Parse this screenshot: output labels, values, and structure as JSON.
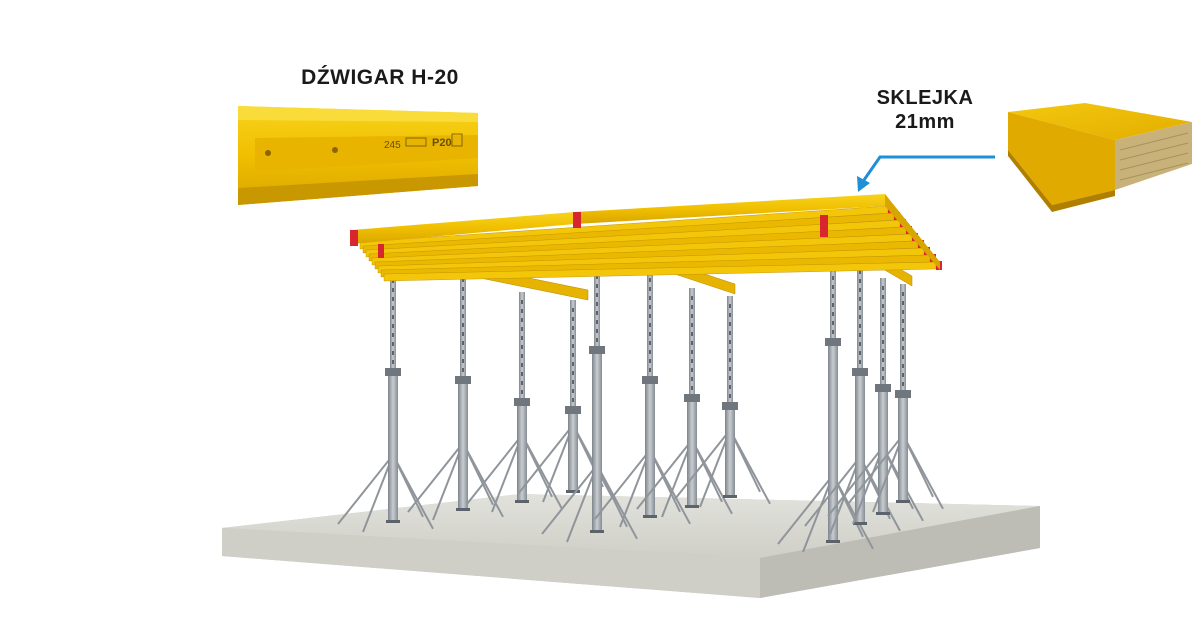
{
  "labels": {
    "beam": "DŹWIGAR H-20",
    "plywood_line1": "SKLEJKA",
    "plywood_line2": "21mm"
  },
  "beam_stamp": {
    "number": "245",
    "code": "P20"
  },
  "colors": {
    "beam_yellow": "#f2c200",
    "beam_shadow": "#c99a00",
    "cap_red": "#d8262e",
    "arrow_blue": "#1f8fd8",
    "prop_steel": "#9aa0a6",
    "concrete": "#d6d6d0"
  }
}
